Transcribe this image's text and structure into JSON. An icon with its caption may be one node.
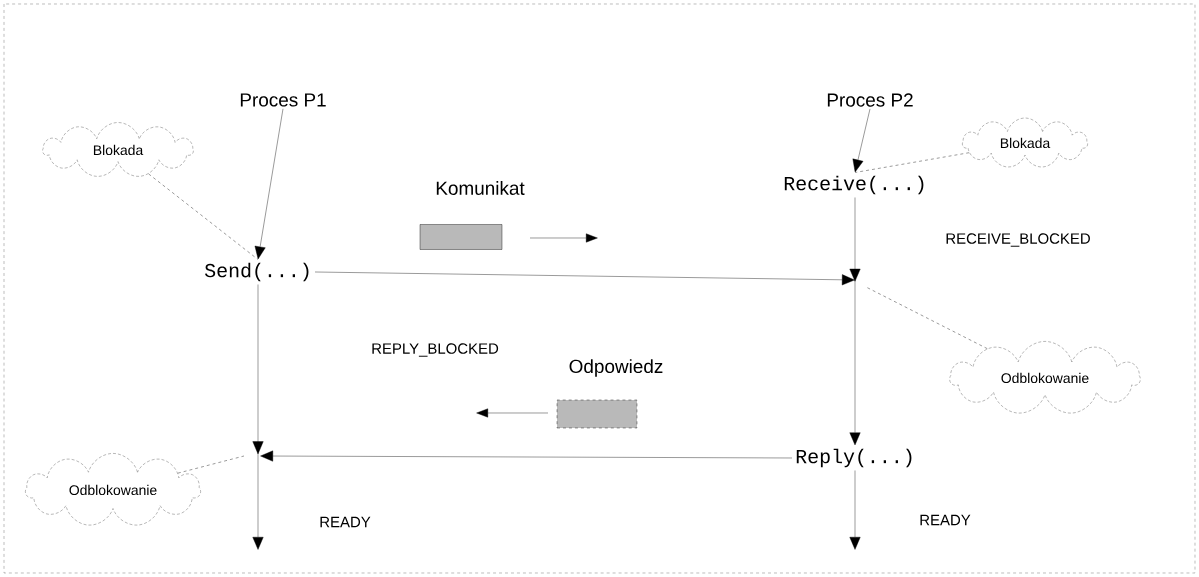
{
  "diagram": {
    "nodes": [
      {
        "text": [
          "Proces P1"
        ]
      },
      {
        "text": [
          "Proces P2"
        ]
      },
      {
        "text": [
          "Blokada"
        ]
      },
      {
        "text": [
          "Blokada"
        ]
      },
      {
        "text": [
          "Komunikat"
        ]
      },
      {
        "text": [
          "Send(...)"
        ]
      },
      {
        "text": [
          "Receive(...)"
        ]
      },
      {
        "text": [
          "Odpowiedz"
        ]
      },
      {
        "text": [
          "Odblokowanie"
        ]
      },
      {
        "text": [
          "Odblokowanie"
        ]
      },
      {
        "text": [
          "Reply(...)"
        ]
      }
    ],
    "edges": [
      {
        "from": 0,
        "to": 5,
        "arrow": "to"
      },
      {
        "from": 1,
        "to": 6,
        "arrow": "to"
      },
      {
        "from": 2,
        "to": 5,
        "arrow": "none",
        "style": "dashed"
      },
      {
        "from": 3,
        "to": 6,
        "arrow": "none",
        "style": "dashed"
      },
      {
        "from": 5,
        "to": null,
        "arrow": "to"
      },
      {
        "from": 6,
        "to": 10,
        "arrow": "to"
      },
      {
        "from": 8,
        "to": null,
        "arrow": "none",
        "style": "dashed"
      },
      {
        "from": 10,
        "to": null,
        "arrow": "to"
      },
      {
        "from": 5,
        "to": null,
        "arrow": "to"
      },
      {
        "from": 10,
        "to": null,
        "arrow": "to"
      },
      {
        "from": 9,
        "to": null,
        "arrow": "none",
        "style": "dashed"
      }
    ],
    "labels": [
      "RECEIVE_BLOCKED",
      "REPLY_BLOCKED",
      "READY",
      "READY"
    ]
  }
}
